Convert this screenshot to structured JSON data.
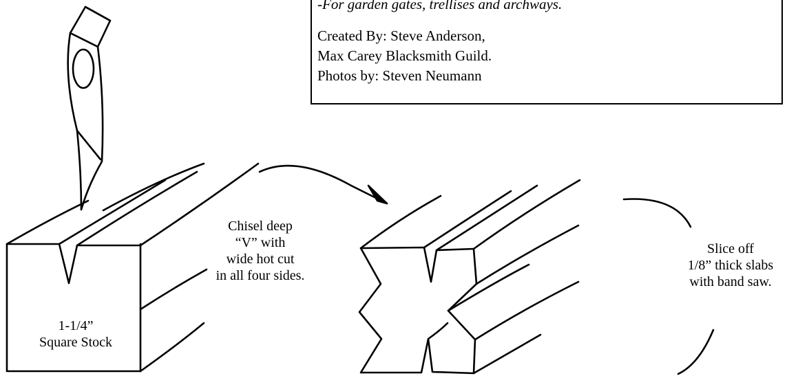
{
  "credits": {
    "subtitle": "-For garden gates, trellises and archways.",
    "created_by": "Created By: Steve Anderson,",
    "guild": "Max Carey Blacksmith Guild.",
    "photos": "Photos by: Steven Neumann"
  },
  "labels": {
    "stock_line1": "1-1/4”",
    "stock_line2": "Square Stock",
    "chisel_line1": "Chisel deep",
    "chisel_line2": "“V” with",
    "chisel_line3": "wide hot cut",
    "chisel_line4": "in all four sides.",
    "slice_line1": "Slice off",
    "slice_line2": "1/8” thick slabs",
    "slice_line3": "with band saw."
  }
}
